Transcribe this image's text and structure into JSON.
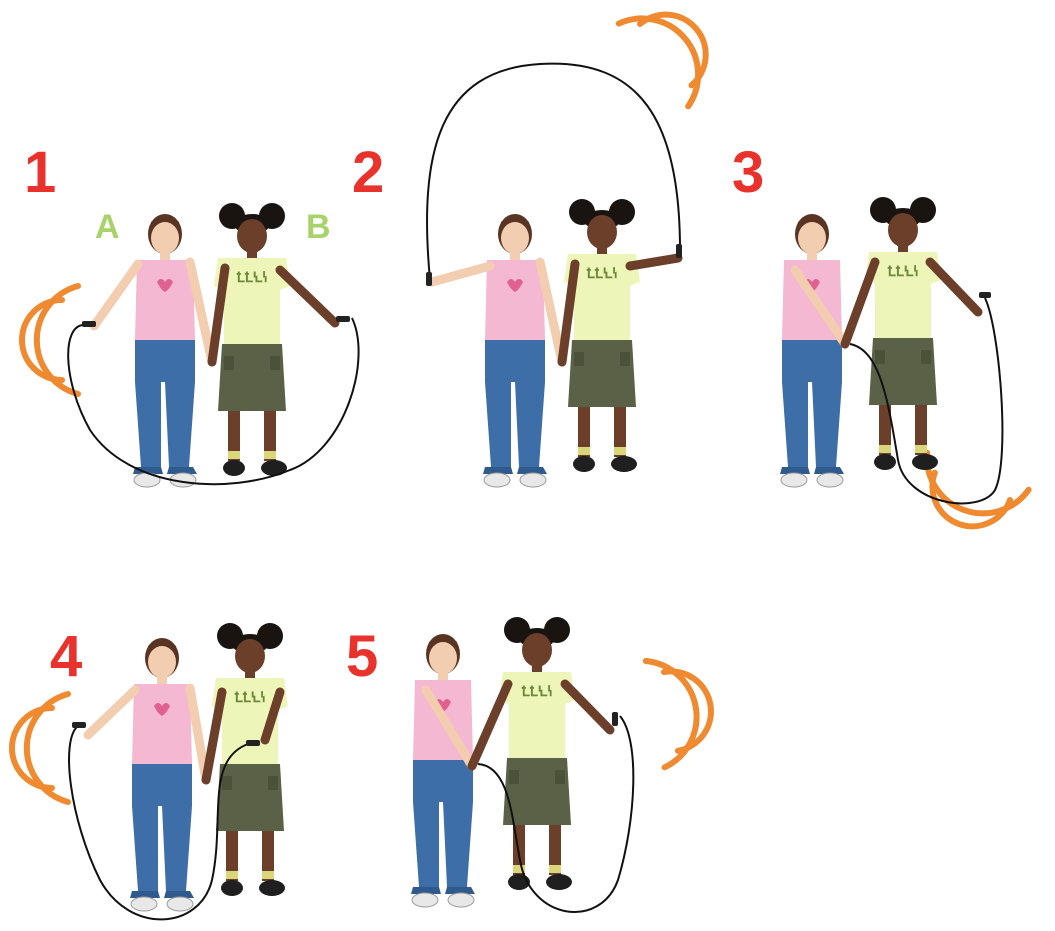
{
  "steps": [
    "1",
    "2",
    "3",
    "4",
    "5"
  ],
  "labels": {
    "a": "A",
    "b": "B"
  },
  "colors": {
    "step_number": "#e8322b",
    "kid_label": "#a8d36a",
    "motion_arcs": "#f08a30",
    "rope": "#111111",
    "pink_shirt": "#f4b8d2",
    "green_shirt": "#eef5b8",
    "jeans": "#3d6ea8",
    "skirt": "#5b6147",
    "skin_light": "#f2cdb0",
    "skin_dark": "#6b3f2a",
    "hair_light": "#5a3422",
    "hair_dark": "#1a1410"
  }
}
